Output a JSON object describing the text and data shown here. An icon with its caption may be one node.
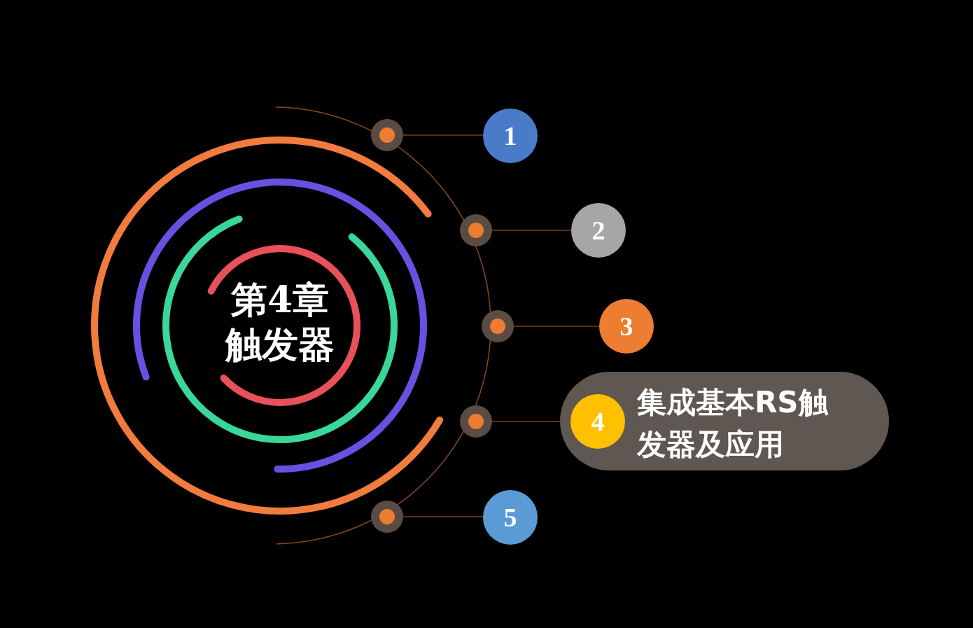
{
  "diagram": {
    "nodes": [
      {
        "text": [
          "第4章触发器"
        ]
      },
      {
        "text": [],
        "shape": "circle"
      },
      {
        "text": [],
        "shape": "circle"
      },
      {
        "text": [],
        "shape": "circle"
      },
      {
        "text": [],
        "shape": "circle"
      },
      {
        "text": [],
        "shape": "circle"
      },
      {
        "text": [
          "1"
        ]
      },
      {
        "text": [
          "2"
        ]
      },
      {
        "text": [
          "3"
        ]
      },
      {
        "text": [
          "集成基本RS触发器及应用"
        ]
      },
      {
        "text": [
          "4"
        ],
        "in": 9
      },
      {
        "text": [
          "5"
        ]
      }
    ],
    "edges": [
      {
        "from": 1,
        "to": 6,
        "arrow": "none"
      },
      {
        "from": 2,
        "to": 7,
        "arrow": "none"
      },
      {
        "from": 3,
        "to": 8,
        "arrow": "none"
      },
      {
        "from": 4,
        "to": 9,
        "arrow": "none"
      },
      {
        "from": 5,
        "to": 11,
        "arrow": "none"
      }
    ]
  }
}
